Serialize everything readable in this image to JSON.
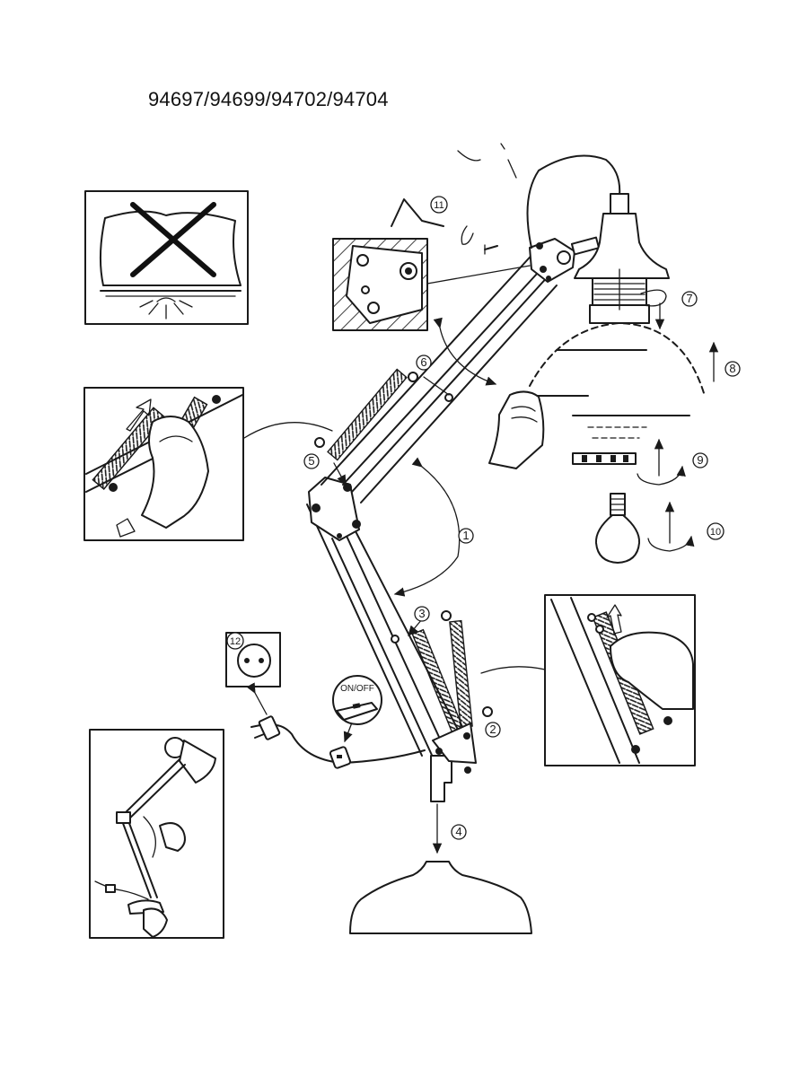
{
  "header": {
    "model_numbers": "94697/94699/94702/94704"
  },
  "switch": {
    "label": "ON/OFF"
  },
  "steps": [
    "1",
    "2",
    "3",
    "4",
    "5",
    "6",
    "7",
    "8",
    "9",
    "10",
    "11",
    "12"
  ]
}
